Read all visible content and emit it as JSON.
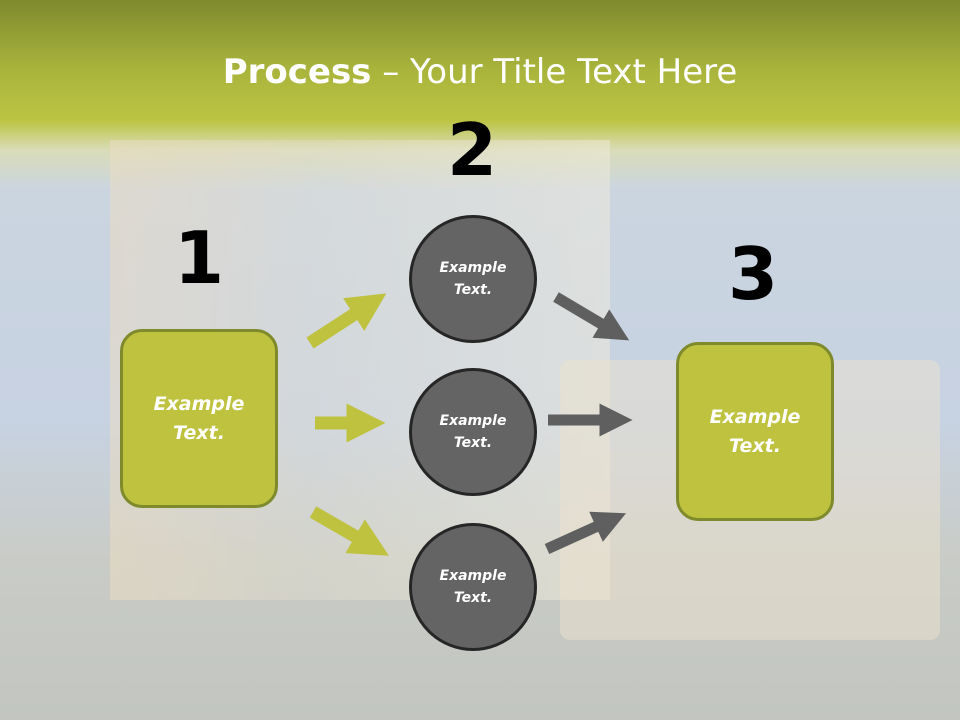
{
  "title": {
    "bold": "Process",
    "rest": " – Your Title Text Here"
  },
  "steps": [
    {
      "number": "1",
      "text": [
        "Example",
        "Text."
      ]
    },
    {
      "number": "2",
      "items": [
        {
          "text": [
            "Example",
            "Text."
          ]
        },
        {
          "text": [
            "Example",
            "Text."
          ]
        },
        {
          "text": [
            "Example",
            "Text."
          ]
        }
      ]
    },
    {
      "number": "3",
      "text": [
        "Example",
        "Text."
      ]
    }
  ],
  "colors": {
    "green": "#bec23f",
    "green_border": "#7e8a2b",
    "circle": "#646464",
    "gray_arrow": "#5f5f5f"
  }
}
